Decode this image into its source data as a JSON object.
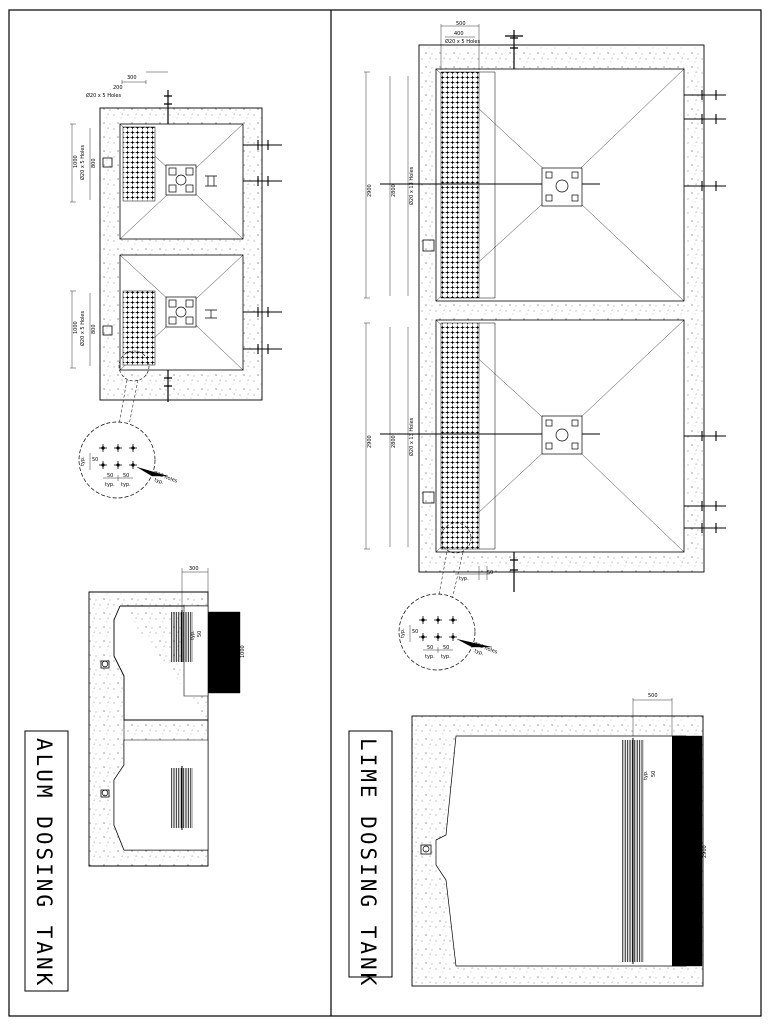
{
  "titles": {
    "alum": "ALUM DOSING TANK",
    "lime": "LIME DOSING TANK"
  },
  "alum": {
    "plan_top": {
      "w1": "200",
      "w2": "300",
      "holes": "Ø20 x 5 Holes",
      "h1": "1000",
      "h2": "800",
      "side": "Ø20 x 5 Holes"
    },
    "plan_bottom": {
      "h1": "1000",
      "h2": "800",
      "side": "Ø20 x 5 Holes"
    },
    "detail": {
      "a": "50",
      "b": "typ.",
      "c": "50",
      "d": "50",
      "e": "typ.",
      "f": "typ.",
      "holes": "Ø20 holes",
      "holes2": "typ."
    },
    "section": {
      "w": "300",
      "d1": "50",
      "d2": "typ.",
      "h": "1000"
    }
  },
  "lime": {
    "plan": {
      "w1": "500",
      "w2": "400",
      "holes": "Ø20 x 5 Holes",
      "t1": "2900",
      "t2": "2800",
      "t3": "Ø20 x 13 Holes",
      "b1": "2900",
      "b2": "2800",
      "b3": "Ø20 x 13 Holes",
      "foot": "typ.",
      "foot2": "50"
    },
    "detail": {
      "a": "50",
      "b": "typ.",
      "c": "50",
      "d": "50",
      "e": "typ.",
      "f": "typ.",
      "holes": "Ø20 holes",
      "holes2": "typ."
    },
    "section": {
      "w": "500",
      "d1": "50",
      "d2": "typ.",
      "h": "2900"
    }
  }
}
